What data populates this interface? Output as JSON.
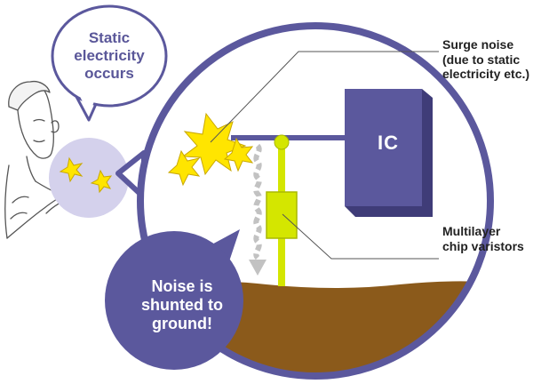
{
  "bubbles": {
    "static_electricity": "Static\nelectricity\noccurs",
    "noise_shunted": "Noise is\nshunted to\nground!"
  },
  "labels": {
    "surge_noise": "Surge noise\n(due to static\nelectricity etc.)",
    "multilayer_varistors": "Multilayer\nchip varistors",
    "ic": "IC"
  },
  "icons": [
    "person-icon",
    "spark-icon",
    "ground-icon",
    "varistor-icon",
    "ic-chip-icon"
  ],
  "colors": {
    "primary": "#5b589d",
    "primary_dark": "#3f3c78",
    "lavender": "#d4d1ec",
    "chip_lime": "#d4e600",
    "chip_lime_dark": "#a9b800",
    "spark_yellow": "#ffe500",
    "ground_brown": "#8b5a1b",
    "arrow_gray": "#c2c2c2"
  }
}
